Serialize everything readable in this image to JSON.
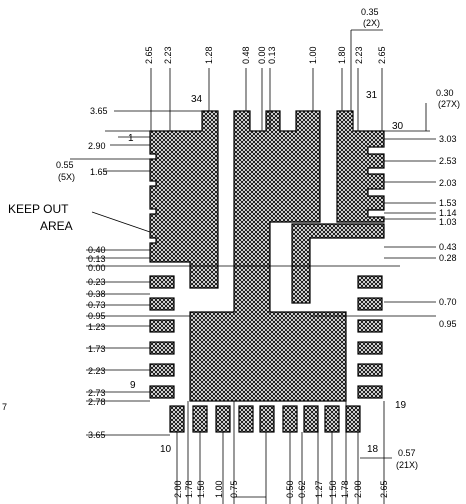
{
  "top_dims": [
    "2.65",
    "2.23",
    "1.28",
    "0.48",
    "0.00",
    "0.13",
    "1.00",
    "1.80",
    "2.23",
    "2.65"
  ],
  "top_note": {
    "value": "0.35",
    "count": "(2X)"
  },
  "right_note": {
    "value": "0.30",
    "count": "(27X)"
  },
  "left_dims": [
    "3.65",
    "2.90",
    "1.65",
    "0.40",
    "0.13",
    "0.00",
    "0.23",
    "0.38",
    "0.73",
    "0.95",
    "1.23",
    "1.73",
    "2.23",
    "2.73",
    "2.78",
    "3.65"
  ],
  "left_note": {
    "value": "0.55",
    "count": "(5X)"
  },
  "right_dims": [
    "3.03",
    "2.53",
    "2.03",
    "1.53",
    "1.14",
    "1.03",
    "0.43",
    "0.28",
    "0.70",
    "0.95"
  ],
  "bottom_dims": [
    "2.00",
    "1.78",
    "1.50",
    "1.00",
    "0.75",
    "0.50",
    "0.62",
    "1.27",
    "1.50",
    "1.78",
    "2.00",
    "2.65"
  ],
  "bottom_note": {
    "value": "0.57",
    "count": "(21X)"
  },
  "pin_labels": [
    "1",
    "9",
    "10",
    "18",
    "19",
    "30",
    "31",
    "34"
  ],
  "keep_out": {
    "line1": "KEEP OUT",
    "line2": "AREA"
  },
  "edge_marks": [
    "7"
  ]
}
